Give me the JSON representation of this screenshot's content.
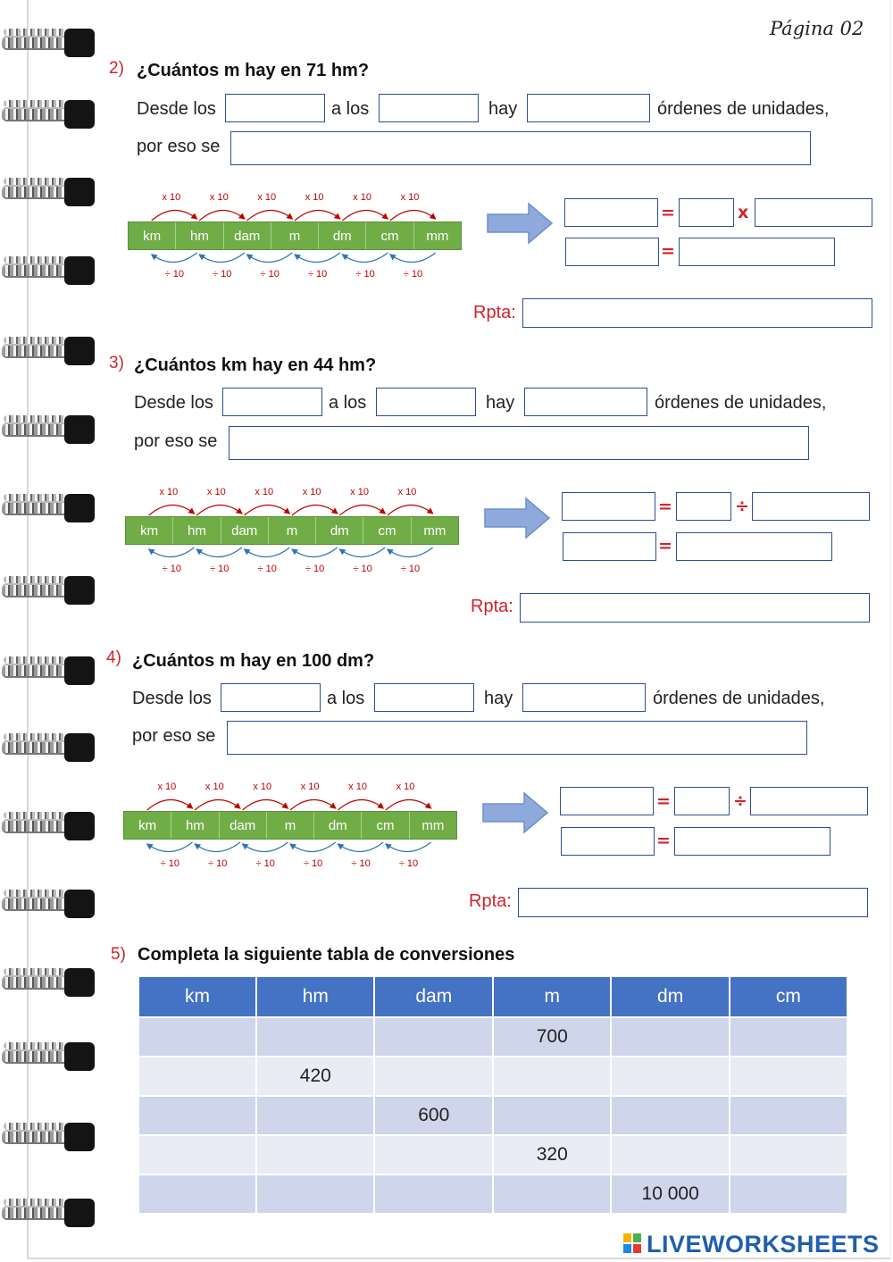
{
  "page_label": "Página 02",
  "questions": [
    {
      "number": "2)",
      "title": "¿Cuántos m hay en 71 hm?",
      "desde": "Desde los",
      "a_los": "a los",
      "hay": "hay",
      "ordenes": "órdenes de unidades,",
      "por_eso": "por eso se",
      "op_symbol_1": "=",
      "op_symbol_2": "x",
      "op_symbol_3": "=",
      "rpta": "Rpta:"
    },
    {
      "number": "3)",
      "title": "¿Cuántos km hay en 44 hm?",
      "desde": "Desde los",
      "a_los": "a los",
      "hay": "hay",
      "ordenes": "órdenes de unidades,",
      "por_eso": "por eso se",
      "op_symbol_1": "=",
      "op_symbol_2": "÷",
      "op_symbol_3": "=",
      "rpta": "Rpta:"
    },
    {
      "number": "4)",
      "title": "¿Cuántos m hay en 100 dm?",
      "desde": "Desde los",
      "a_los": "a los",
      "hay": "hay",
      "ordenes": "órdenes de unidades,",
      "por_eso": "por eso se",
      "op_symbol_1": "=",
      "op_symbol_2": "÷",
      "op_symbol_3": "=",
      "rpta": "Rpta:"
    }
  ],
  "diagram": {
    "units": [
      "km",
      "hm",
      "dam",
      "m",
      "dm",
      "cm",
      "mm"
    ],
    "multiply_label": "x 10",
    "divide_label": "÷ 10",
    "multiply_color": "#c00000",
    "divide_color": "#2e75b6",
    "bar_color": "#70ad47"
  },
  "table_section": {
    "number": "5)",
    "title": "Completa la siguiente tabla de conversiones",
    "headers": [
      "km",
      "hm",
      "dam",
      "m",
      "dm",
      "cm"
    ],
    "rows": [
      [
        "",
        "",
        "",
        "700",
        "",
        ""
      ],
      [
        "",
        "420",
        "",
        "",
        "",
        ""
      ],
      [
        "",
        "",
        "600",
        "",
        "",
        ""
      ],
      [
        "",
        "",
        "",
        "320",
        "",
        ""
      ],
      [
        "",
        "",
        "",
        "",
        "10 000",
        ""
      ]
    ]
  },
  "brand": "LIVEWORKSHEETS"
}
